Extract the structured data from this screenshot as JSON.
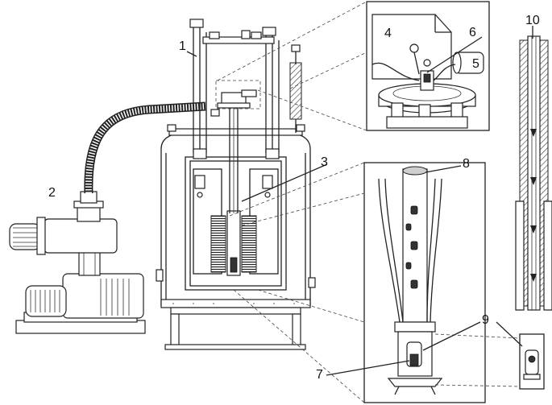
{
  "labels": {
    "l1": "1",
    "l2": "2",
    "l3": "3",
    "l4": "4",
    "l5": "5",
    "l6": "6",
    "l7": "7",
    "l8": "8",
    "l9": "9",
    "l10": "10"
  },
  "colors": {
    "line": "#222222",
    "background": "#ffffff",
    "hatch": "#444444"
  }
}
